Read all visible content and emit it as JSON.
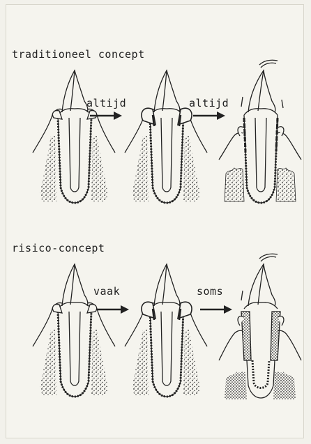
{
  "sections": [
    {
      "title": "traditioneel concept",
      "arrows": [
        {
          "label": "altijd"
        },
        {
          "label": "altijd"
        }
      ],
      "stages": [
        "healthy",
        "gingivitis",
        "periodontitis"
      ]
    },
    {
      "title": "risico-concept",
      "arrows": [
        {
          "label": "vaak"
        },
        {
          "label": "soms"
        }
      ],
      "stages": [
        "healthy",
        "gingivitis",
        "periodontitis"
      ]
    }
  ],
  "colors": {
    "ink": "#222222",
    "paper": "#f5f4ee"
  }
}
